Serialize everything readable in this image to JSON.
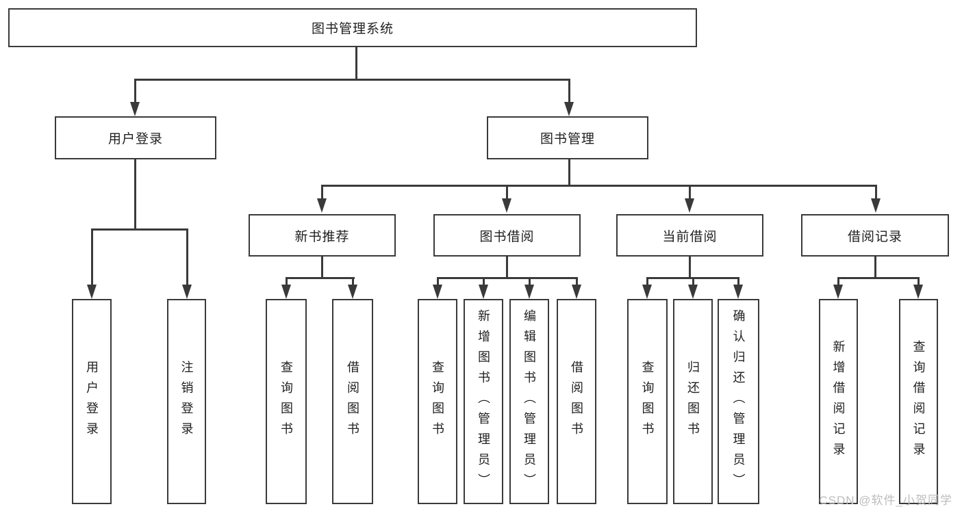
{
  "root": {
    "label": "图书管理系统"
  },
  "branches": {
    "user_login": {
      "label": "用户登录",
      "children": [
        "用户登录",
        "注销登录"
      ]
    },
    "book_mgmt": {
      "label": "图书管理",
      "groups": [
        {
          "label": "新书推荐",
          "children": [
            "查询图书",
            "借阅图书"
          ]
        },
        {
          "label": "图书借阅",
          "children": [
            "查询图书",
            "新增图书（管理员）",
            "编辑图书（管理员）",
            "借阅图书"
          ]
        },
        {
          "label": "当前借阅",
          "children": [
            "查询图书",
            "归还图书",
            "确认归还（管理员）"
          ]
        },
        {
          "label": "借阅记录",
          "children": [
            "新增借阅记录",
            "查询借阅记录"
          ]
        }
      ]
    }
  },
  "watermark": {
    "text": "CSDN @软件_小贺同学"
  },
  "colors": {
    "line": "#3a3a3a",
    "text": "#1f1f1f",
    "watermark": "#bcbcbc",
    "background": "#ffffff"
  }
}
